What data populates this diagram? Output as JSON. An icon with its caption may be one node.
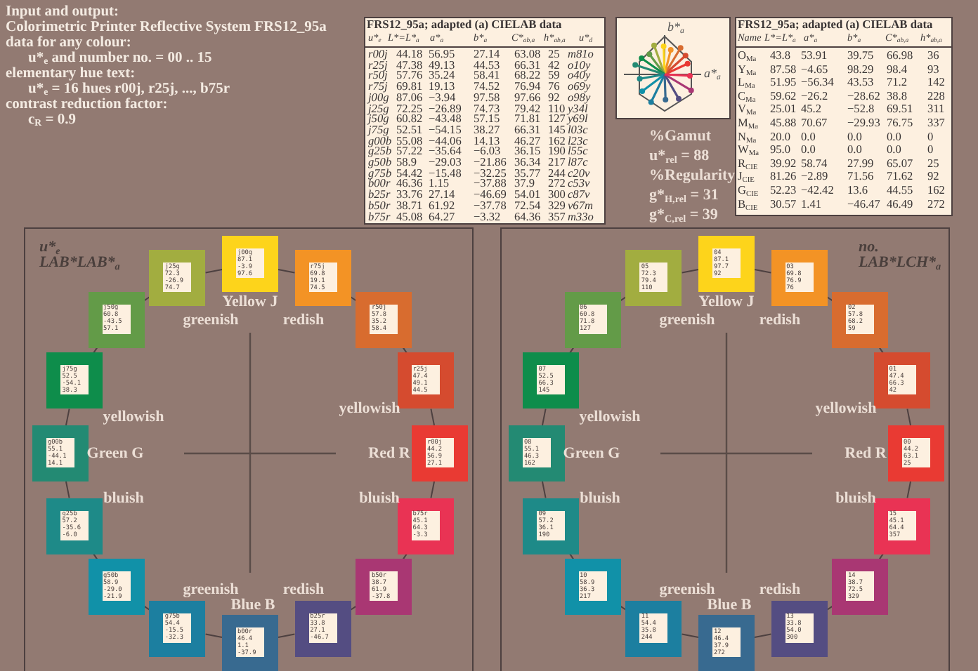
{
  "diagram": {
    "nodes": [
      {
        "text": [
          "u*$_{e}$",
          "LAB*LAB*$_{a}$"
        ]
      },
      {
        "text": [
          "r00j 44.2 56.9 27.1"
        ],
        "in": 0
      },
      {
        "text": [
          "r25j 47.4 49.1 44.5"
        ],
        "in": 0
      },
      {
        "text": [
          "r50j 57.8 35.2 58.4"
        ],
        "in": 0
      },
      {
        "text": [
          "r75j 69.8 19.1 74.5"
        ],
        "in": 0
      },
      {
        "text": [
          "j00g 87.1 -3.9 97.6"
        ],
        "in": 0
      },
      {
        "text": [
          "j25g 72.3 -26.9 74.7"
        ],
        "in": 0
      },
      {
        "text": [
          "j50g 60.8 -43.5 57.1"
        ],
        "in": 0
      },
      {
        "text": [
          "j75g 52.5 -54.1 38.3"
        ],
        "in": 0
      },
      {
        "text": [
          "g00b 55.1 -44.1 14.1"
        ],
        "in": 0
      },
      {
        "text": [
          "g25b 57.2 -35.6 -6.0"
        ],
        "in": 0
      },
      {
        "text": [
          "g50b 58.9 -29.0 -21.9"
        ],
        "in": 0
      },
      {
        "text": [
          "g75b 54.4 -15.5 -32.3"
        ],
        "in": 0
      },
      {
        "text": [
          "b00r 46.4 1.1 -37.9"
        ],
        "in": 0
      },
      {
        "text": [
          "b25r 33.8 27.1 -46.7"
        ],
        "in": 0
      },
      {
        "text": [
          "b50r 38.7 61.9 -37.8"
        ],
        "in": 0
      },
      {
        "text": [
          "b75r 45.1 64.3 -3.3"
        ],
        "in": 0
      },
      {
        "text": [
          "no.",
          "LAB*LCH*$_{a}$"
        ]
      },
      {
        "text": [
          "00 44.2 63.1 25"
        ],
        "in": 17
      },
      {
        "text": [
          "01 47.4 66.3 42"
        ],
        "in": 17
      },
      {
        "text": [
          "02 57.8 68.2 59"
        ],
        "in": 17
      },
      {
        "text": [
          "03 69.8 76.9 76"
        ],
        "in": 17
      },
      {
        "text": [
          "04 87.1 97.7 92"
        ],
        "in": 17
      },
      {
        "text": [
          "05 72.3 79.4 110"
        ],
        "in": 17
      },
      {
        "text": [
          "06 60.8 71.8 127"
        ],
        "in": 17
      },
      {
        "text": [
          "07 52.5 66.3 145"
        ],
        "in": 17
      },
      {
        "text": [
          "08 55.1 46.3 162"
        ],
        "in": 17
      },
      {
        "text": [
          "09 57.2 36.1 190"
        ],
        "in": 17
      },
      {
        "text": [
          "10 58.9 36.3 217"
        ],
        "in": 17
      },
      {
        "text": [
          "11 54.4 35.8 244"
        ],
        "in": 17
      },
      {
        "text": [
          "12 46.4 37.9 272"
        ],
        "in": 17
      },
      {
        "text": [
          "13 33.8 54.0 300"
        ],
        "in": 17
      },
      {
        "text": [
          "14 38.7 72.5 329"
        ],
        "in": 17
      },
      {
        "text": [
          "15 45.1 64.4 357"
        ],
        "in": 17
      }
    ],
    "edges": [
      {
        "from": 1,
        "to": 2,
        "arrow": "none"
      },
      {
        "from": 2,
        "to": 3,
        "arrow": "none"
      },
      {
        "from": 3,
        "to": 4,
        "arrow": "none"
      },
      {
        "from": 4,
        "to": 5,
        "arrow": "none"
      },
      {
        "from": 5,
        "to": 6,
        "arrow": "none"
      },
      {
        "from": 6,
        "to": 7,
        "arrow": "none"
      },
      {
        "from": 7,
        "to": 8,
        "arrow": "none"
      },
      {
        "from": 8,
        "to": 9,
        "arrow": "none"
      },
      {
        "from": 9,
        "to": 10,
        "arrow": "none"
      },
      {
        "from": 10,
        "to": 11,
        "arrow": "none"
      },
      {
        "from": 11,
        "to": 12,
        "arrow": "none"
      },
      {
        "from": 12,
        "to": 13,
        "arrow": "none"
      },
      {
        "from": 13,
        "to": 14,
        "arrow": "none"
      },
      {
        "from": 14,
        "to": 15,
        "arrow": "none"
      },
      {
        "from": 15,
        "to": 16,
        "arrow": "none"
      },
      {
        "from": 16,
        "to": 1,
        "arrow": "none"
      },
      {
        "from": 18,
        "to": 19,
        "arrow": "none"
      },
      {
        "from": 19,
        "to": 20,
        "arrow": "none"
      },
      {
        "from": 20,
        "to": 21,
        "arrow": "none"
      },
      {
        "from": 21,
        "to": 22,
        "arrow": "none"
      },
      {
        "from": 22,
        "to": 23,
        "arrow": "none"
      },
      {
        "from": 23,
        "to": 24,
        "arrow": "none"
      },
      {
        "from": 24,
        "to": 25,
        "arrow": "none"
      },
      {
        "from": 25,
        "to": 26,
        "arrow": "none"
      },
      {
        "from": 26,
        "to": 27,
        "arrow": "none"
      },
      {
        "from": 27,
        "to": 28,
        "arrow": "none"
      },
      {
        "from": 28,
        "to": 29,
        "arrow": "none"
      },
      {
        "from": 29,
        "to": 30,
        "arrow": "none"
      },
      {
        "from": 30,
        "to": 31,
        "arrow": "none"
      },
      {
        "from": 31,
        "to": 32,
        "arrow": "none"
      },
      {
        "from": 32,
        "to": 33,
        "arrow": "none"
      },
      {
        "from": 33,
        "to": 18,
        "arrow": "none"
      }
    ],
    "labels": [
      "Input and output:",
      "Colorimetric Printer Reflective System FRS12_95a",
      "data for any colour:",
      "u*$_{e}$ and number no. = 00 .. 15",
      "elementary hue text:",
      "u*$_{e}$ = 16 hues r00j, r25j, ..., b75r",
      "contrast reduction factor:",
      "c$_{R}$ = 0.9",
      "FRS12_95a; adapted (a) CIELAB data",
      "u*$_{e}$",
      "L*=L*$_{a}$",
      "a*$_{a}$",
      "b*$_{a}$",
      "C*$_{ab,a}$",
      "h*$_{ab,a}$",
      "u*$_{d}$",
      "r00j",
      "44.18",
      "56.95",
      "27.14",
      "63.08",
      "25",
      "m81o",
      "r25j",
      "47.38",
      "49.13",
      "44.53",
      "66.31",
      "42",
      "o10y",
      "r50j",
      "57.76",
      "35.24",
      "58.41",
      "68.22",
      "59",
      "o40y",
      "r75j",
      "69.81",
      "19.13",
      "74.52",
      "76.94",
      "76",
      "o69y",
      "j00g",
      "87.06",
      "−3.94",
      "97.58",
      "97.66",
      "92",
      "o98y",
      "j25g",
      "72.25",
      "−26.89",
      "74.73",
      "79.42",
      "110",
      "y34l",
      "j50g",
      "60.82",
      "−43.48",
      "57.15",
      "71.81",
      "127",
      "y69l",
      "j75g",
      "52.51",
      "−54.15",
      "38.27",
      "66.31",
      "145",
      "l03c",
      "g00b",
      "55.08",
      "−44.06",
      "14.13",
      "46.27",
      "162",
      "l23c",
      "g25b",
      "57.22",
      "−35.64",
      "−6.03",
      "36.15",
      "190",
      "l55c",
      "g50b",
      "58.9",
      "−29.03",
      "−21.86",
      "36.34",
      "217",
      "l87c",
      "g75b",
      "54.42",
      "−15.48",
      "−32.25",
      "35.77",
      "244",
      "c20v",
      "b00r",
      "46.36",
      "1.15",
      "−37.88",
      "37.9",
      "272",
      "c53v",
      "b25r",
      "33.76",
      "27.14",
      "−46.69",
      "54.01",
      "300",
      "c87v",
      "b50r",
      "38.71",
      "61.92",
      "−37.78",
      "72.54",
      "329",
      "v67m",
      "b75r",
      "45.08",
      "64.27",
      "−3.32",
      "64.36",
      "357",
      "m33o",
      "b*$_{a}$",
      "a*$_{a}$",
      "%Gamut",
      "u*$_{rel}$ = 88",
      "%Regularity",
      "g*$_{H,rel}$ = 31",
      "g*$_{C,rel}$ = 39",
      "FRS12_95a; adapted (a) CIELAB data",
      "Name",
      "L*=L*$_{a}$",
      "a*$_{a}$",
      "b*$_{a}$",
      "C*$_{ab,a}$",
      "h*$_{ab,a}$",
      "O$_{Ma}$",
      "43.8",
      "53.91",
      "39.75",
      "66.98",
      "36",
      "Y$_{Ma}$",
      "87.58",
      "−4.65",
      "98.29",
      "98.4",
      "93",
      "L$_{Ma}$",
      "51.95",
      "−56.34",
      "43.53",
      "71.2",
      "142",
      "C$_{Ma}$",
      "59.62",
      "−26.2",
      "−28.62",
      "38.8",
      "228",
      "V$_{Ma}$",
      "25.01",
      "45.2",
      "−52.8",
      "69.51",
      "311",
      "M$_{Ma}$",
      "45.88",
      "70.67",
      "−29.93",
      "76.75",
      "337",
      "N$_{Ma}$",
      "20.0",
      "0.0",
      "0.0",
      "0.0",
      "0",
      "W$_{Ma}$",
      "95.0",
      "0.0",
      "0.0",
      "0.0",
      "0",
      "R$_{CIE}$",
      "39.92",
      "58.74",
      "27.99",
      "65.07",
      "25",
      "J$_{CIE}$",
      "81.26",
      "−2.89",
      "71.56",
      "71.62",
      "92",
      "G$_{CIE}$",
      "52.23",
      "−42.42",
      "13.6",
      "44.55",
      "162",
      "B$_{CIE}$",
      "30.57",
      "1.41",
      "−46.47",
      "46.49",
      "272",
      "Yellow J",
      "greenish",
      "redish",
      "yellowish",
      "yellowish",
      "Green G",
      "Red R",
      "bluish",
      "bluish",
      "greenish",
      "redish",
      "Blue B",
      "Yellow J",
      "greenish",
      "redish",
      "yellowish",
      "yellowish",
      "Green G",
      "Red R",
      "bluish",
      "bluish",
      "greenish",
      "redish",
      "Blue B"
    ]
  }
}
